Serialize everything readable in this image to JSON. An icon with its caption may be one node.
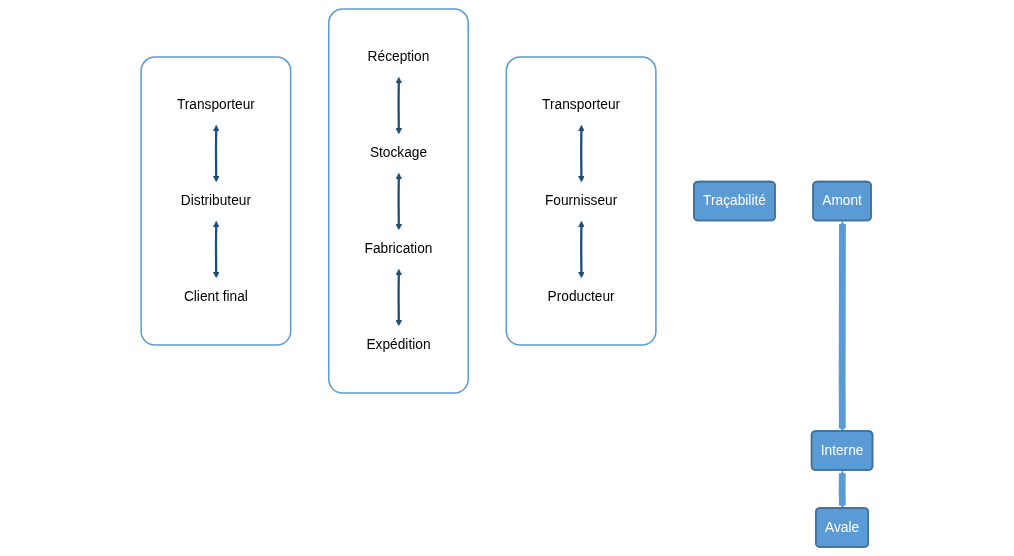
{
  "diagram": {
    "nodes": [
      {
        "text": [
          "Traçabilité"
        ]
      },
      {
        "text": [
          "Amont"
        ]
      },
      {
        "text": [
          "Interne"
        ]
      },
      {
        "text": [
          "Avale"
        ]
      },
      {
        "text": [],
        "shape": "box"
      },
      {
        "text": [
          "Transporteur"
        ],
        "in": 4
      },
      {
        "text": [
          "Fournisseur"
        ],
        "in": 4
      },
      {
        "text": [
          "Producteur"
        ],
        "in": 4
      },
      {
        "text": [],
        "shape": "box"
      },
      {
        "text": [
          "Réception"
        ],
        "in": 8
      },
      {
        "text": [
          "Stockage"
        ],
        "in": 8
      },
      {
        "text": [
          "Fabrication"
        ],
        "in": 8
      },
      {
        "text": [
          "Expédition"
        ],
        "in": 8
      },
      {
        "text": [],
        "shape": "box"
      },
      {
        "text": [
          "Transporteur"
        ],
        "in": 13
      },
      {
        "text": [
          "Distributeur"
        ],
        "in": 13
      },
      {
        "text": [
          "Client final"
        ],
        "in": 13
      }
    ],
    "edges": [
      {
        "from": 1,
        "to": 2,
        "arrow": "both",
        "style": "thick",
        "color": "#5b9bd5"
      },
      {
        "from": 2,
        "to": 3,
        "arrow": "both",
        "style": "thick",
        "color": "#5b9bd5"
      },
      {
        "from": 5,
        "to": 6,
        "arrow": "both"
      },
      {
        "from": 6,
        "to": 7,
        "arrow": "both"
      },
      {
        "from": 9,
        "to": 10,
        "arrow": "both"
      },
      {
        "from": 10,
        "to": 11,
        "arrow": "both"
      },
      {
        "from": 11,
        "to": 12,
        "arrow": "both"
      },
      {
        "from": 14,
        "to": 15,
        "arrow": "both"
      },
      {
        "from": 15,
        "to": 16,
        "arrow": "both"
      }
    ]
  }
}
